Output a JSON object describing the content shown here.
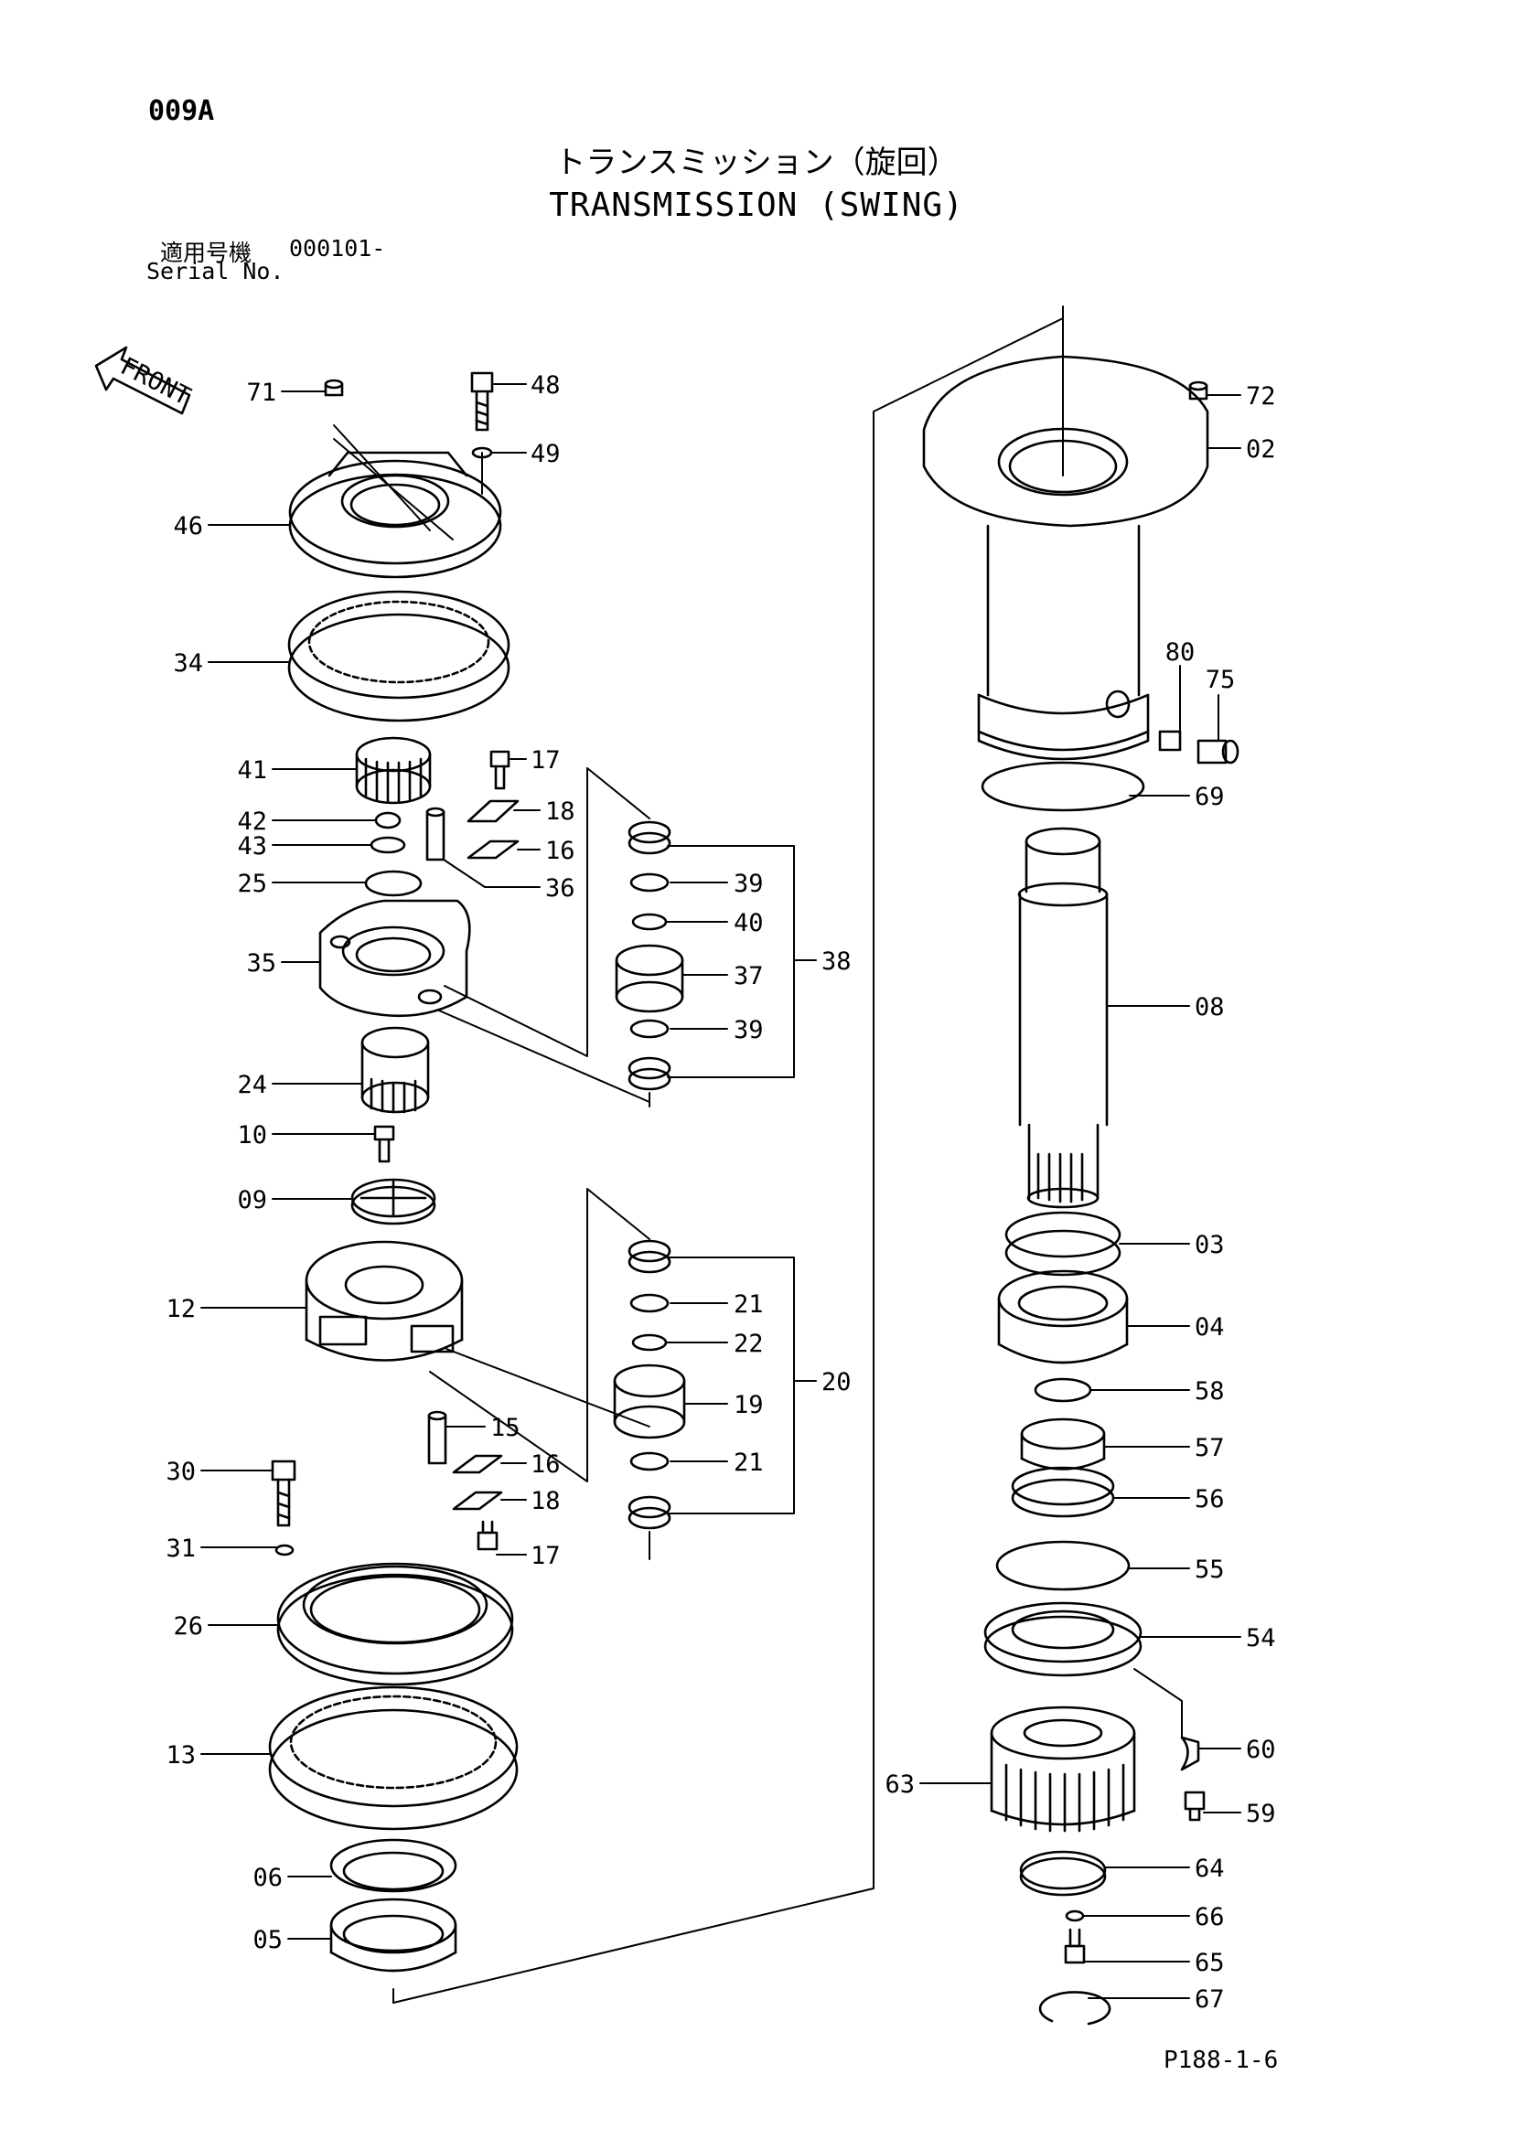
{
  "header": {
    "page_id": "009A",
    "title_jp": "トランスミッション（旋回）",
    "title_en": "TRANSMISSION (SWING)",
    "serial_label_jp": "適用号機",
    "serial_value": "000101-",
    "serial_label_en": "Serial No."
  },
  "diagram": {
    "front_label": "FRONT",
    "callouts": [
      {
        "id": "71",
        "text": "71"
      },
      {
        "id": "48",
        "text": "48"
      },
      {
        "id": "49",
        "text": "49"
      },
      {
        "id": "46",
        "text": "46"
      },
      {
        "id": "34",
        "text": "34"
      },
      {
        "id": "41",
        "text": "41"
      },
      {
        "id": "17a",
        "text": "17"
      },
      {
        "id": "18a",
        "text": "18"
      },
      {
        "id": "42",
        "text": "42"
      },
      {
        "id": "43",
        "text": "43"
      },
      {
        "id": "16a",
        "text": "16"
      },
      {
        "id": "25",
        "text": "25"
      },
      {
        "id": "36",
        "text": "36"
      },
      {
        "id": "39a",
        "text": "39"
      },
      {
        "id": "40",
        "text": "40"
      },
      {
        "id": "35",
        "text": "35"
      },
      {
        "id": "37",
        "text": "37"
      },
      {
        "id": "38",
        "text": "38"
      },
      {
        "id": "39b",
        "text": "39"
      },
      {
        "id": "24",
        "text": "24"
      },
      {
        "id": "10",
        "text": "10"
      },
      {
        "id": "09",
        "text": "09"
      },
      {
        "id": "12",
        "text": "12"
      },
      {
        "id": "21a",
        "text": "21"
      },
      {
        "id": "22",
        "text": "22"
      },
      {
        "id": "20",
        "text": "20"
      },
      {
        "id": "19",
        "text": "19"
      },
      {
        "id": "15",
        "text": "15"
      },
      {
        "id": "30",
        "text": "30"
      },
      {
        "id": "16b",
        "text": "16"
      },
      {
        "id": "21b",
        "text": "21"
      },
      {
        "id": "18b",
        "text": "18"
      },
      {
        "id": "31",
        "text": "31"
      },
      {
        "id": "17b",
        "text": "17"
      },
      {
        "id": "26",
        "text": "26"
      },
      {
        "id": "13",
        "text": "13"
      },
      {
        "id": "06",
        "text": "06"
      },
      {
        "id": "05",
        "text": "05"
      },
      {
        "id": "72",
        "text": "72"
      },
      {
        "id": "02",
        "text": "02"
      },
      {
        "id": "80",
        "text": "80"
      },
      {
        "id": "75",
        "text": "75"
      },
      {
        "id": "69",
        "text": "69"
      },
      {
        "id": "08",
        "text": "08"
      },
      {
        "id": "03",
        "text": "03"
      },
      {
        "id": "04",
        "text": "04"
      },
      {
        "id": "58",
        "text": "58"
      },
      {
        "id": "57",
        "text": "57"
      },
      {
        "id": "56",
        "text": "56"
      },
      {
        "id": "55",
        "text": "55"
      },
      {
        "id": "54",
        "text": "54"
      },
      {
        "id": "60",
        "text": "60"
      },
      {
        "id": "63",
        "text": "63"
      },
      {
        "id": "59",
        "text": "59"
      },
      {
        "id": "64",
        "text": "64"
      },
      {
        "id": "66",
        "text": "66"
      },
      {
        "id": "65",
        "text": "65"
      },
      {
        "id": "67",
        "text": "67"
      }
    ]
  },
  "footer": {
    "page_code": "P188-1-6"
  }
}
